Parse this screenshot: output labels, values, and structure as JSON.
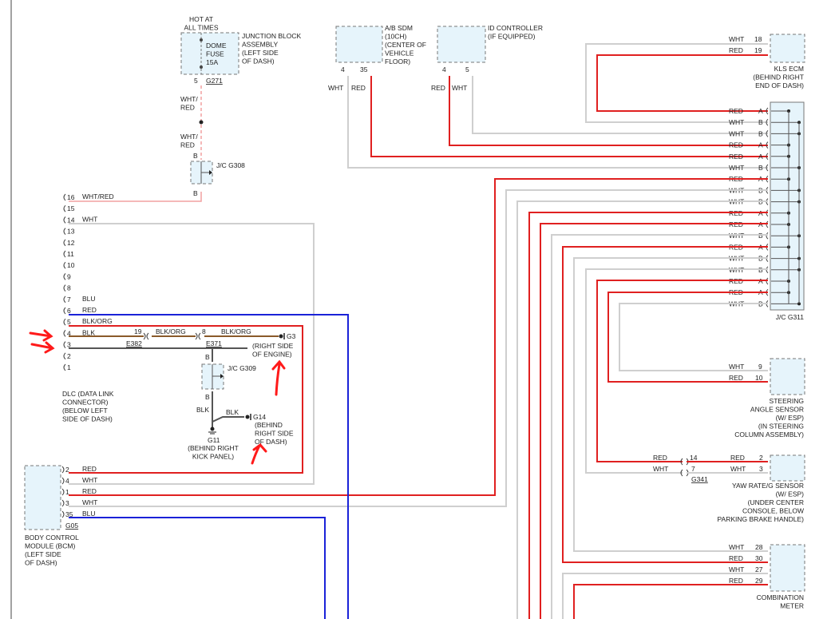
{
  "colors": {
    "red": "#e02020",
    "white": "#cfcfcf",
    "blue": "#1a22d8",
    "black": "#555555",
    "blk_org": "#8a5a2a",
    "component_fill": "#e6f4fb",
    "annotation": "#ff1a1a"
  },
  "components": {
    "junction_block": {
      "top_label": "HOT AT\nALL TIMES",
      "fuse": "DOME\nFUSE\n15A",
      "name": "JUNCTION BLOCK\nASSEMBLY\n(LEFT SIDE\nOF DASH)",
      "pin": "5",
      "connector": "G271"
    },
    "ab_sdm": {
      "name": "A/B SDM\n(10CH)\n(CENTER OF\nVEHICLE\nFLOOR)",
      "pins": [
        "4",
        "35"
      ],
      "wires": [
        "WHT",
        "RED"
      ]
    },
    "id_controller": {
      "name": "ID CONTROLLER\n(IF EQUIPPED)",
      "pins": [
        "4",
        "5"
      ],
      "wires": [
        "RED",
        "WHT"
      ]
    },
    "kls_ecm": {
      "name": "KLS ECM\n(BEHIND RIGHT\nEND OF DASH)",
      "pins": [
        "18",
        "19"
      ],
      "wires": [
        "WHT",
        "RED"
      ]
    },
    "jc_g308": {
      "name": "J/C G308",
      "pins": [
        "B",
        "B"
      ]
    },
    "jc_g309": {
      "name": "J/C G309",
      "pins": [
        "B",
        "B"
      ]
    },
    "jc_g311": {
      "name": "J/C G311",
      "rows": [
        [
          "RED",
          "A"
        ],
        [
          "WHT",
          "B"
        ],
        [
          "WHT",
          "B"
        ],
        [
          "RED",
          "A"
        ],
        [
          "RED",
          "A"
        ],
        [
          "WHT",
          "B"
        ],
        [
          "RED",
          "A"
        ],
        [
          "WHT",
          "B"
        ],
        [
          "WHT",
          "B"
        ],
        [
          "RED",
          "A"
        ],
        [
          "RED",
          "A"
        ],
        [
          "WHT",
          "B"
        ],
        [
          "RED",
          "A"
        ],
        [
          "WHT",
          "B"
        ],
        [
          "WHT",
          "B"
        ],
        [
          "RED",
          "A"
        ],
        [
          "RED",
          "A"
        ],
        [
          "WHT",
          "B"
        ]
      ]
    },
    "dlc": {
      "name": "DLC (DATA LINK\nCONNECTOR)\n(BELOW LEFT\nSIDE OF DASH)",
      "pins": [
        "16",
        "15",
        "14",
        "13",
        "12",
        "11",
        "10",
        "9",
        "8",
        "7",
        "6",
        "5",
        "4",
        "3",
        "2",
        "1"
      ],
      "wires": {
        "16": "WHT/RED",
        "14": "WHT",
        "7": "BLU",
        "6": "RED",
        "5": "BLK/ORG",
        "4": "BLK"
      }
    },
    "bcm": {
      "name": "BODY CONTROL\nMODULE (BCM)\n(LEFT SIDE\nOF DASH)",
      "connector": "G05",
      "pins": [
        [
          "2",
          "RED"
        ],
        [
          "4",
          "WHT"
        ],
        [
          "1",
          "RED"
        ],
        [
          "3",
          "WHT"
        ],
        [
          "35",
          "BLU"
        ]
      ]
    },
    "steering": {
      "name": "STEERING\nANGLE SENSOR\n(W/ ESP)\n(IN STEERING\nCOLUMN ASSEMBLY)",
      "pins": [
        [
          "WHT",
          "9"
        ],
        [
          "RED",
          "10"
        ]
      ]
    },
    "yaw": {
      "name": "YAW RATE/G SENSOR\n(W/ ESP)\n(UNDER CENTER\nCONSOLE, BELOW\nPARKING BRAKE HANDLE)",
      "connector": "G341",
      "left": [
        [
          "RED",
          "14"
        ],
        [
          "WHT",
          "7"
        ]
      ],
      "right": [
        [
          "RED",
          "2"
        ],
        [
          "WHT",
          "3"
        ]
      ]
    },
    "meter": {
      "name": "COMBINATION\nMETER",
      "pins": [
        [
          "WHT",
          "28"
        ],
        [
          "RED",
          "30"
        ],
        [
          "WHT",
          "27"
        ],
        [
          "RED",
          "29"
        ]
      ]
    }
  },
  "wire_labels": {
    "wht_red_1": "WHT/\nRED",
    "wht_red_2": "WHT/\nRED",
    "blk_org_1": "BLK/ORG",
    "blk_org_2": "BLK/ORG",
    "e382": "E382",
    "e371": "E371",
    "pin_19": "19",
    "pin_8": "8",
    "blk_1": "BLK",
    "blk_2": "BLK"
  },
  "grounds": {
    "g3": {
      "name": "G3",
      "desc": "(RIGHT SIDE\nOF ENGINE)"
    },
    "g14": {
      "name": "G14",
      "desc": "(BEHIND\nRIGHT SIDE\nOF DASH)"
    },
    "g11": {
      "name": "G11",
      "desc": "(BEHIND RIGHT\nKICK PANEL)"
    }
  }
}
